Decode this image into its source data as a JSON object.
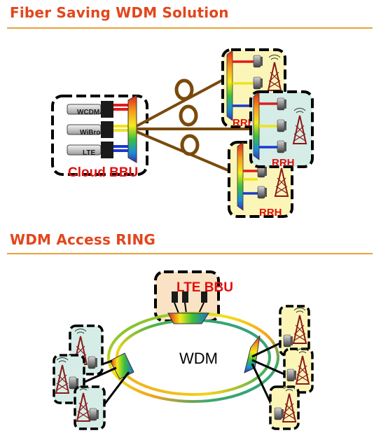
{
  "sections": {
    "top": {
      "title": "Fiber Saving WDM Solution"
    },
    "bottom": {
      "title": "WDM Access RING"
    }
  },
  "top_diagram": {
    "bbu_label": "Cloud BBU",
    "radio_types": [
      "WCDMA",
      "WiBro",
      "LTE"
    ],
    "rrh_labels": [
      "RRH",
      "RRH",
      "RRH"
    ]
  },
  "bottom_diagram": {
    "bbu_label": "LTE BBU",
    "ring_label": "WDM"
  },
  "colors": {
    "heading": "#e2461c",
    "rule": "#e8a23a",
    "label_red": "#e01010",
    "fiber_brown": "#7a4a0c",
    "rrh_fill_yellow": "#fbf6b8",
    "rrh_fill_teal": "#d6ede7",
    "bbu_fill": "#f9e3c4"
  }
}
